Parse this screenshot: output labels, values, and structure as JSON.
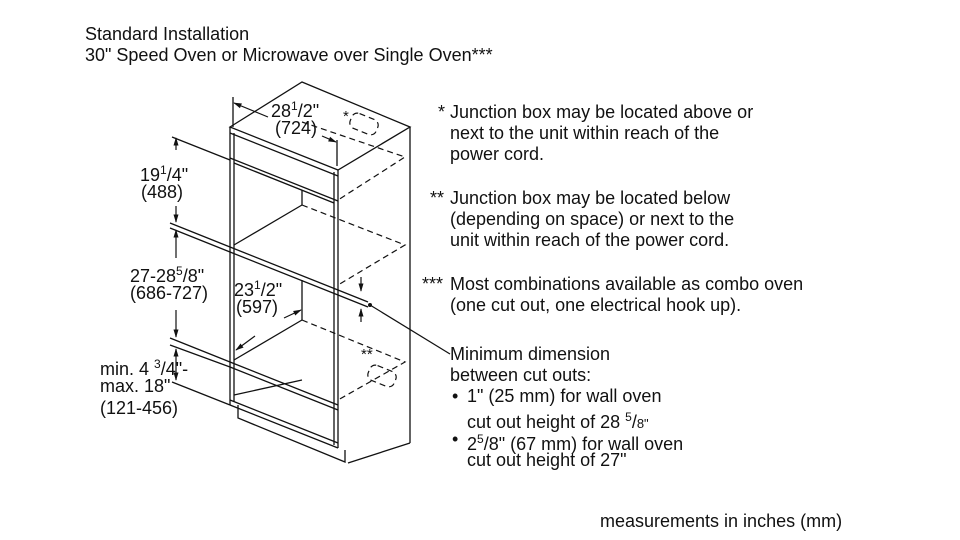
{
  "title": {
    "line1": "Standard Installation",
    "line2": "30\" Speed Oven or Microwave over Single Oven***"
  },
  "dimensions": {
    "width": {
      "whole": "28",
      "num": "1",
      "den": "2\"",
      "mm": "(724)"
    },
    "upper": {
      "whole": "19",
      "num": "1",
      "den": "4\"",
      "mm": "(488)"
    },
    "cutout": {
      "whole": "27-28",
      "num": "5",
      "den": "8\"",
      "mm": "(686-727)"
    },
    "depth": {
      "whole": "23",
      "num": "1",
      "den": "2\"",
      "mm": "(597)"
    },
    "lower": {
      "min_whole": "min. 4 ",
      "min_num": "3",
      "min_den": "4\"-",
      "max": "max. 18\"",
      "mm": "(121-456)"
    }
  },
  "markers": {
    "top_box": "*",
    "bottom_box": "**"
  },
  "notes": [
    {
      "mark": "*",
      "lines": [
        "Junction box may be located above or",
        "next to the unit within reach of the",
        "power cord."
      ]
    },
    {
      "mark": "**",
      "lines": [
        "Junction box may be located below",
        "(depending on space) or next to the",
        "unit within reach of the power cord."
      ]
    },
    {
      "mark": "***",
      "lines": [
        "Most combinations available as combo oven",
        "(one cut out, one electrical hook up)."
      ]
    }
  ],
  "minimum": {
    "line1": "Minimum dimension",
    "line2": "between cut outs:",
    "bullet": "•",
    "b1_line1": "1\" (25 mm) for wall oven",
    "b1_line2_pre": "cut out height of 28 ",
    "b1_num": "5",
    "b1_den": "8\"",
    "b2_pre": "2",
    "b2_num": "5",
    "b2_rest": "/8\" (67 mm) for wall oven",
    "b2_line2": "cut out height of 27\""
  },
  "footer": "measurements in inches (mm)"
}
